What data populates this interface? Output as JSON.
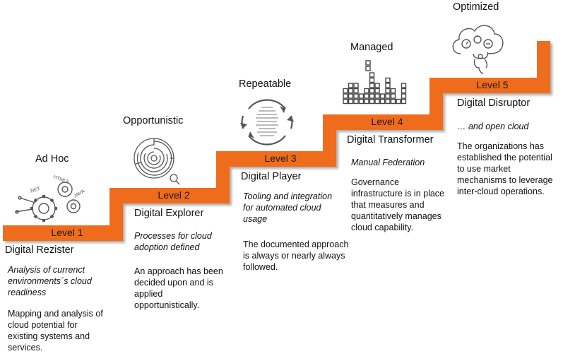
{
  "colors": {
    "accent": "#ef6c1f",
    "shadow": "#9a9a9a",
    "icon": "#555555"
  },
  "levels": [
    {
      "level": "Level 1",
      "maturity": "Ad Hoc",
      "stage": "Digital Rezister",
      "focus": "Analysis of currenct environments´s cloud readiness",
      "description": "Mapping and analysis of cloud potential for existing systems and services.",
      "icon": "gears-icon",
      "icon_labels": [
        ".NET",
        "HTML5",
        "JAVA"
      ]
    },
    {
      "level": "Level 2",
      "maturity": "Opportunistic",
      "stage": "Digital Explorer",
      "focus": "Processes for cloud adoption defined",
      "description": "An approach has been decided upon and is applied opportunistically.",
      "icon": "maze-icon"
    },
    {
      "level": "Level 3",
      "maturity": "Repeatable",
      "stage": "Digital Player",
      "focus": "Tooling and integration for automated cloud usage",
      "description": "The documented approach is always or nearly always followed.",
      "icon": "cycle-arrows-icon"
    },
    {
      "level": "Level 4",
      "maturity": "Managed",
      "stage": "Digital Transformer",
      "focus": "Manual Federation",
      "description": "Governance infrastructure is in place that measures and quantitatively manages cloud capability.",
      "icon": "bar-chart-icon"
    },
    {
      "level": "Level 5",
      "maturity": "Optimized",
      "stage": "Digital Disruptor",
      "focus": "… and open cloud",
      "description": "The organizations has established the potential to use market mechanisms to leverage inter-cloud operations.",
      "icon": "cloud-head-icon"
    }
  ]
}
